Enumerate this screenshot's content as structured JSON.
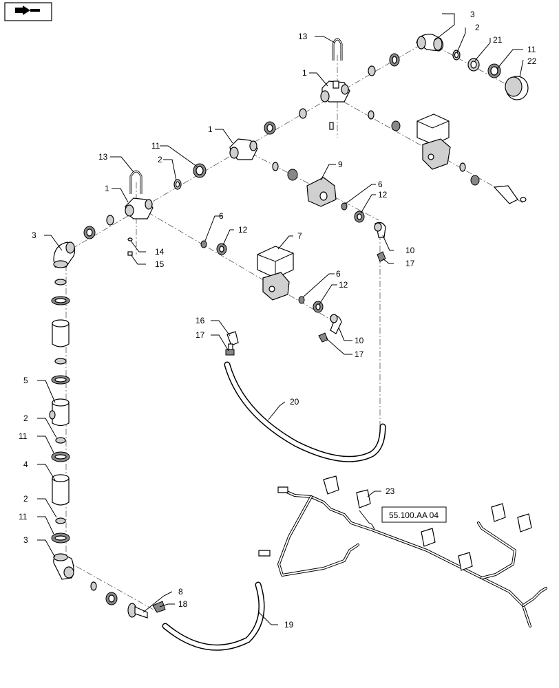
{
  "callouts": {
    "c1a": "1",
    "c1b": "1",
    "c1c": "1",
    "c2a": "2",
    "c2b": "2",
    "c2c": "2",
    "c2d": "2",
    "c3a": "3",
    "c3b": "3",
    "c3c": "3",
    "c4": "4",
    "c5": "5",
    "c6a": "6",
    "c6b": "6",
    "c6c": "6",
    "c7": "7",
    "c8": "8",
    "c9": "9",
    "c10a": "10",
    "c10b": "10",
    "c11a": "11",
    "c11b": "11",
    "c11c": "11",
    "c11d": "11",
    "c12a": "12",
    "c12b": "12",
    "c12c": "12",
    "c13a": "13",
    "c13b": "13",
    "c14": "14",
    "c15": "15",
    "c16": "16",
    "c17a": "17",
    "c17b": "17",
    "c17c": "17",
    "c18": "18",
    "c19": "19",
    "c20": "20",
    "c21": "21",
    "c22": "22",
    "c23": "23"
  },
  "reference_box": {
    "label": "55.100.AA 04"
  },
  "icons": {
    "corner_icon": "hand-pointer-icon"
  }
}
